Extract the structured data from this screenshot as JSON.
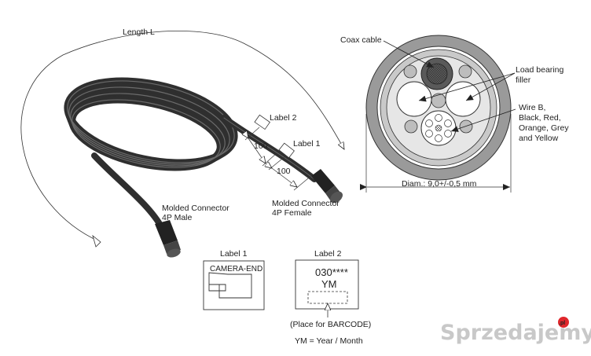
{
  "cable_drawing": {
    "length_label": "Length L",
    "label2_tag": "Label 2",
    "label1_tag": "Label 1",
    "dim_label2": "100",
    "dim_label1": "100",
    "connector_male": [
      "Molded Connector",
      "4P Male"
    ],
    "connector_female": [
      "Molded Connector",
      "4P Female"
    ]
  },
  "cross_section": {
    "coax_label": "Coax cable",
    "filler_label": [
      "Load bearing",
      "filler"
    ],
    "wire_label": [
      "Wire B,",
      "Black, Red,",
      "Orange, Grey",
      "and Yellow"
    ],
    "diameter_label": "Diam.: 9,0+/-0,5 mm"
  },
  "label1_box": {
    "title": "Label 1",
    "text": "CAMERA-END"
  },
  "label2_box": {
    "title": "Label 2",
    "code": "030****",
    "ym": "YM",
    "barcode_note": "(Place for BARCODE)",
    "ym_legend": "YM =  Year / Month"
  },
  "watermark": {
    "text": "Sprzedajemy",
    "suffix": ".pl",
    "accent_color": "#e0262b"
  }
}
